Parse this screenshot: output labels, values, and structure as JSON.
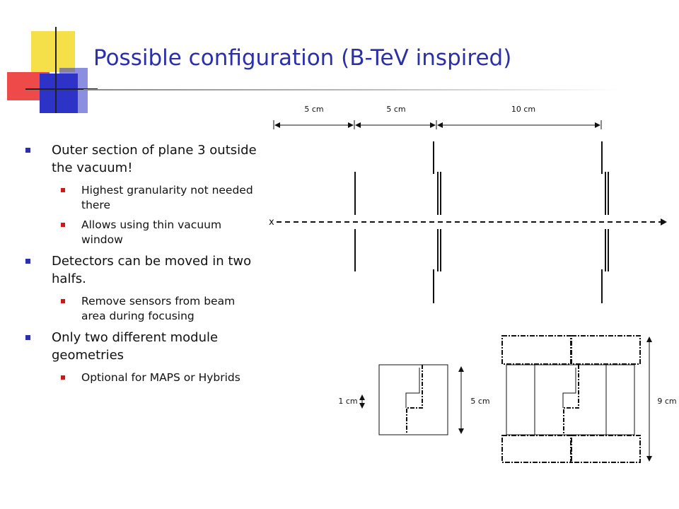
{
  "title": "Possible configuration (B-TeV inspired)",
  "bullets": [
    {
      "text": "Outer section of plane 3 outside the vacuum!",
      "sub": [
        "Highest granularity not needed there",
        "Allows using thin vacuum window"
      ]
    },
    {
      "text": "Detectors can be moved in two halfs.",
      "sub": [
        "Remove sensors from beam area during focusing"
      ]
    },
    {
      "text": "Only two different module geometries",
      "sub": [
        "Optional for MAPS or Hybrids"
      ]
    }
  ],
  "diagram": {
    "spacing_labels": [
      "5 cm",
      "5 cm",
      "10 cm"
    ],
    "beam_marker": "x",
    "module_labels": {
      "small_cutout": "1 cm",
      "small_module": "5 cm",
      "large_module": "9 cm"
    }
  },
  "colors": {
    "title": "#2b2fa8",
    "bullet_primary": "#2b2fa8",
    "bullet_secondary": "#d01818",
    "deco_yellow": "#f5e04a",
    "deco_red": "#ef4a4a",
    "deco_blue": "#2e33c7"
  }
}
